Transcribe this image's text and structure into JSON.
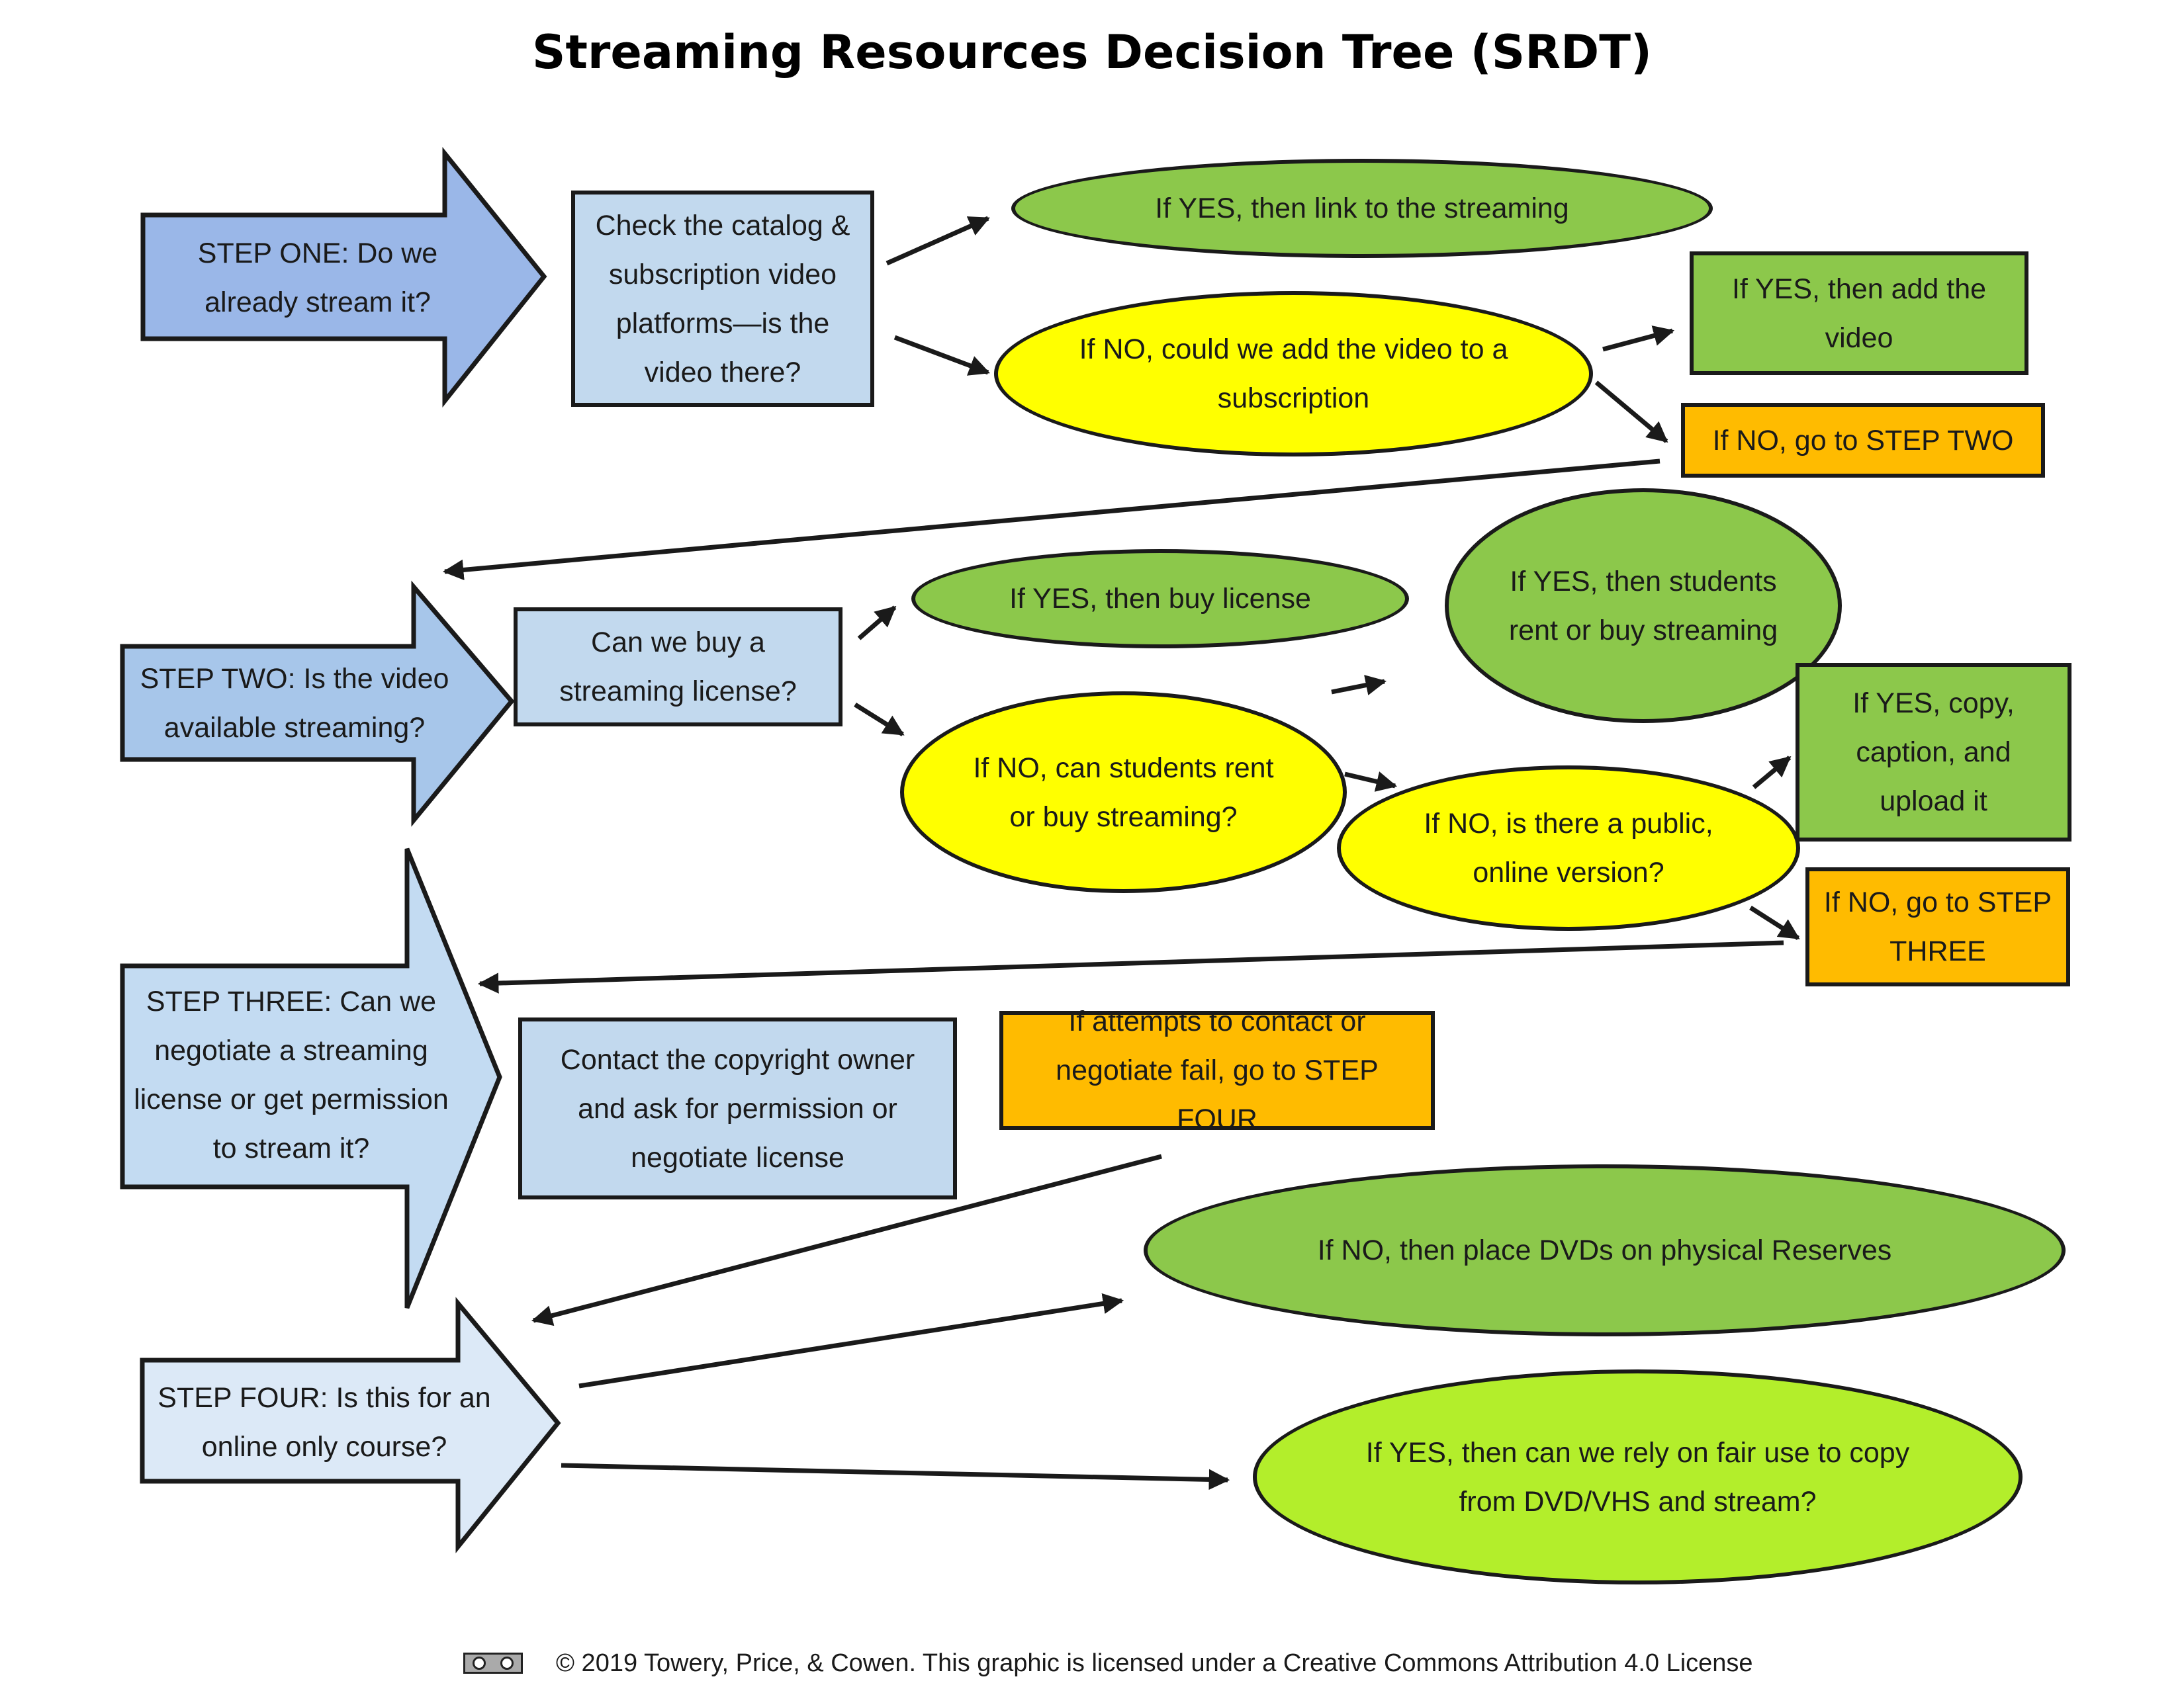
{
  "title": "Streaming Resources Decision Tree (SRDT)",
  "colors": {
    "step1": "#9ab7e8",
    "step2": "#a7c6ea",
    "step3": "#c3dbf2",
    "step4": "#dce9f7",
    "box_blue": "#c2d9ee",
    "green": "#8cc84b",
    "yellow": "#ffff00",
    "lime": "#b3ee2b",
    "orange": "#ffbb00"
  },
  "steps": {
    "one": "STEP ONE: Do we already stream it?",
    "two": "STEP TWO: Is the video available streaming?",
    "three": "STEP THREE: Can we negotiate a streaming license or get permission to stream it?",
    "four": "STEP FOUR: Is this for an online only course?"
  },
  "nodes": {
    "check_catalog": "Check the catalog & subscription video platforms—is the video there?",
    "yes_link": "If YES, then link to the streaming",
    "no_add_subscription": "If NO, could we add the video to a subscription",
    "yes_add_video": "If YES, then add the video",
    "no_step_two": "If NO, go to STEP TWO",
    "buy_license_q": "Can we buy a streaming license?",
    "yes_buy_license": "If YES, then buy license",
    "yes_students_rent": "If YES, then students rent or buy streaming",
    "no_students_rent": "If NO, can students rent or buy streaming?",
    "no_public_online": "If NO, is there a public, online version?",
    "yes_copy_caption": "If YES, copy, caption, and upload it",
    "no_step_three": "If NO, go to STEP THREE",
    "contact_owner": "Contact the copyright owner and ask for permission or negotiate license",
    "attempts_fail": "If attempts to contact or negotiate fail, go to STEP FOUR",
    "no_dvds_reserves": "If NO, then place DVDs on physical Reserves",
    "yes_fair_use": "If YES, then can we rely on fair use to copy from DVD/VHS and stream?"
  },
  "footer": {
    "license_icon": "creative-commons-by-icon",
    "text": "© 2019 Towery, Price, & Cowen. This graphic is licensed under a Creative Commons Attribution 4.0 License"
  }
}
